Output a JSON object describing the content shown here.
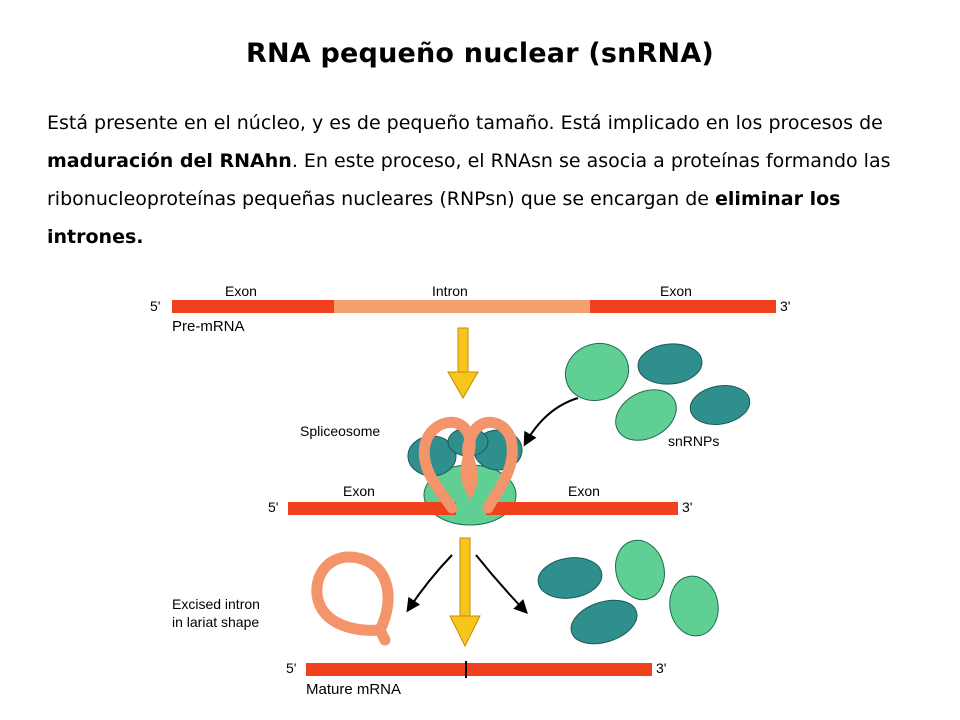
{
  "slide": {
    "title": "RNA pequeño nuclear (snRNA)",
    "paragraph": {
      "p1": "Está presente en el núcleo, y es de pequeño tamaño. Está implicado en los procesos de ",
      "b1": "maduración del RNAhn",
      "p2": ". En este proceso, el RNAsn se asocia a proteínas formando las ribonucleoproteínas pequeñas nucleares (RNPsn) que se encargan de ",
      "b2": "eliminar los intrones."
    }
  },
  "figure": {
    "labels": {
      "exon1": "Exon",
      "intron": "Intron",
      "exon2": "Exon",
      "five_prime_1": "5'",
      "three_prime_1": "3'",
      "pre_mrna": "Pre-mRNA",
      "spliceosome": "Spliceosome",
      "snrnps": "snRNPs",
      "exon3": "Exon",
      "exon4": "Exon",
      "five_prime_2": "5'",
      "three_prime_2": "3'",
      "excised_line1": "Excised intron",
      "excised_line2": "in lariat shape",
      "five_prime_3": "5'",
      "three_prime_3": "3'",
      "mature_mrna": "Mature mRNA"
    },
    "colors": {
      "exon": "#f0401c",
      "intron": "#f5a070",
      "light_green": "#5fcf93",
      "dark_teal": "#2e8f8d",
      "arrow_yellow": "#f7c51c",
      "lariat": "#f3946a"
    }
  }
}
